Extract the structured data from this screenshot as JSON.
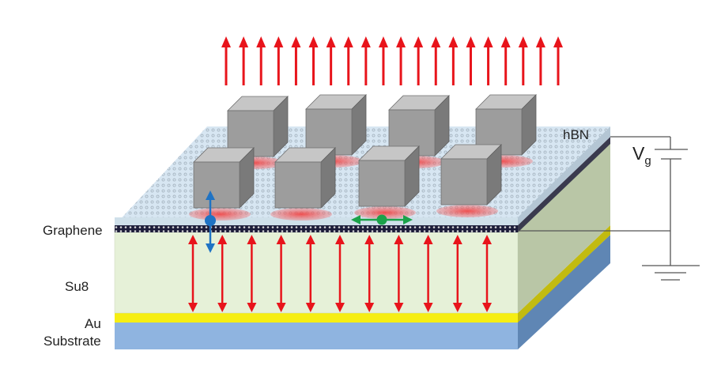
{
  "labels": {
    "hbn": "hBN",
    "graphene": "Graphene",
    "su8": "Su8",
    "au": "Au",
    "substrate": "Substrate",
    "gate_voltage_main": "V",
    "gate_voltage_sub": "g"
  },
  "colors": {
    "emission_arrow": "#e8141b",
    "field_arrow": "#e8141b",
    "vertical_dipole": "#1f73c4",
    "horizontal_dipole": "#1ba24a",
    "cube_front": "#9d9d9d",
    "cube_top": "#c6c6c6",
    "cube_side": "#7a7a7a",
    "hot_spot": "#f26a6a",
    "gold": "#f6ee12",
    "substrate": "#8fb4e0",
    "su8": "#e6f1d8",
    "hbn": "#d7e6f2"
  },
  "elements": {
    "emission_arrows": 20,
    "field_arrows": 11,
    "nanocubes": 8
  }
}
